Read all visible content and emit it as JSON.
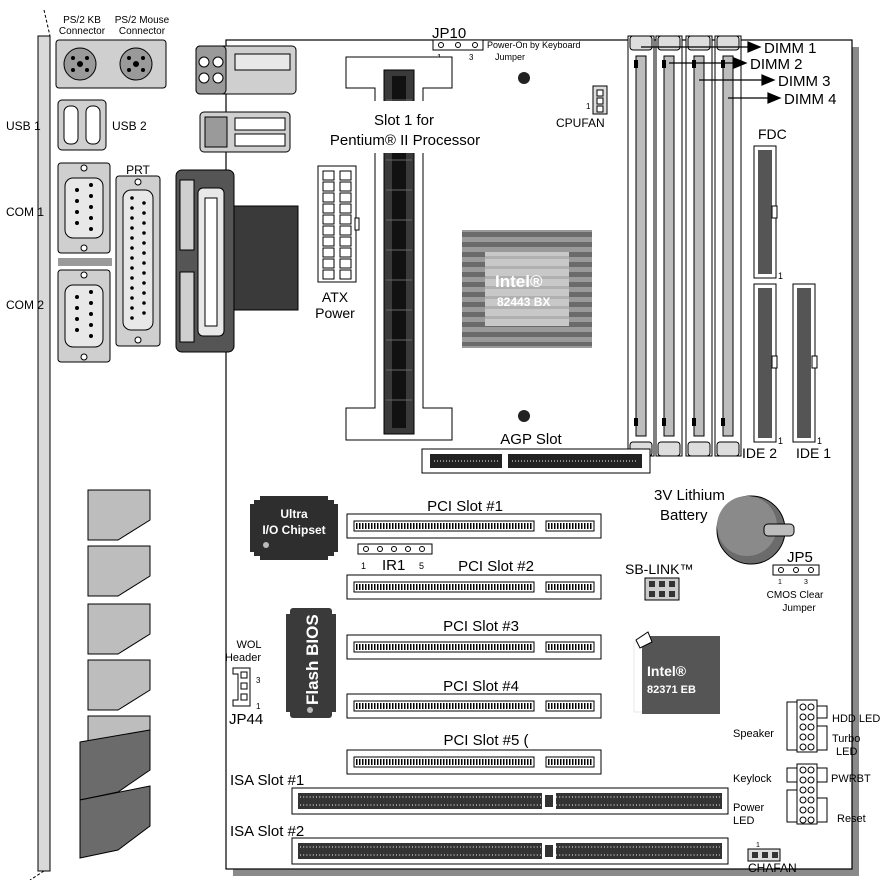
{
  "back_panel": {
    "ps2_kb": [
      "PS/2 KB",
      "Connector"
    ],
    "ps2_mouse": [
      "PS/2 Mouse",
      "Connector"
    ],
    "usb1": "USB 1",
    "usb2": "USB 2",
    "prt": "PRT",
    "com1": "COM 1",
    "com2": "COM 2"
  },
  "jp10": {
    "title": "JP10",
    "desc": "Power-On by Keyboard",
    "desc2": "Jumper",
    "pin1": "1",
    "pin3": "3"
  },
  "dimm": [
    "DIMM 1",
    "DIMM 2",
    "DIMM 3",
    "DIMM 4"
  ],
  "cpufan": {
    "label": "CPUFAN",
    "pin": "1"
  },
  "slot1": {
    "line1": "Slot 1 for",
    "line2": "Pentium® II Processor"
  },
  "atx": [
    "ATX",
    "Power"
  ],
  "chipset_bx": {
    "brand": "Intel®",
    "model": "82443 BX"
  },
  "fdc": {
    "label": "FDC",
    "pin": "1"
  },
  "ide": {
    "ide2": "IDE 2",
    "ide1": "IDE 1",
    "pin": "1"
  },
  "agp": "AGP Slot",
  "pci": [
    "PCI Slot #1",
    "PCI Slot #2",
    "PCI Slot #3",
    "PCI Slot #4",
    "PCI Slot #5 ("
  ],
  "isa": [
    "ISA Slot #1",
    "ISA Slot #2"
  ],
  "ultra_io": [
    "Ultra",
    "I/O Chipset"
  ],
  "ir1": {
    "label": "IR1",
    "pin1": "1",
    "pin5": "5"
  },
  "battery": [
    "3V Lithium",
    "Battery"
  ],
  "sblink": "SB-LINK™",
  "jp5": {
    "title": "JP5",
    "desc": [
      "CMOS Clear",
      "Jumper"
    ],
    "pin1": "1",
    "pin3": "3"
  },
  "flash_bios": "Flash BIOS",
  "wol": {
    "line1": "WOL",
    "line2": "Header",
    "pin3": "3",
    "pin1": "1",
    "jp": "JP44"
  },
  "chipset_eb": {
    "brand": "Intel®",
    "model": "82371 EB"
  },
  "front_panel": {
    "speaker": "Speaker",
    "hdd_led": "HDD LED",
    "turbo_led": [
      "Turbo",
      "LED"
    ],
    "keylock": "Keylock",
    "pwrbt": "PWRBT",
    "power_led": [
      "Power",
      "LED"
    ],
    "reset": "Reset"
  },
  "chafan": {
    "label": "CHAFAN",
    "pin": "1"
  },
  "colors": {
    "board_shadow": "#8a8a8a",
    "chip_dark": "#3a3a3a",
    "gray": "#bdbdbd"
  }
}
